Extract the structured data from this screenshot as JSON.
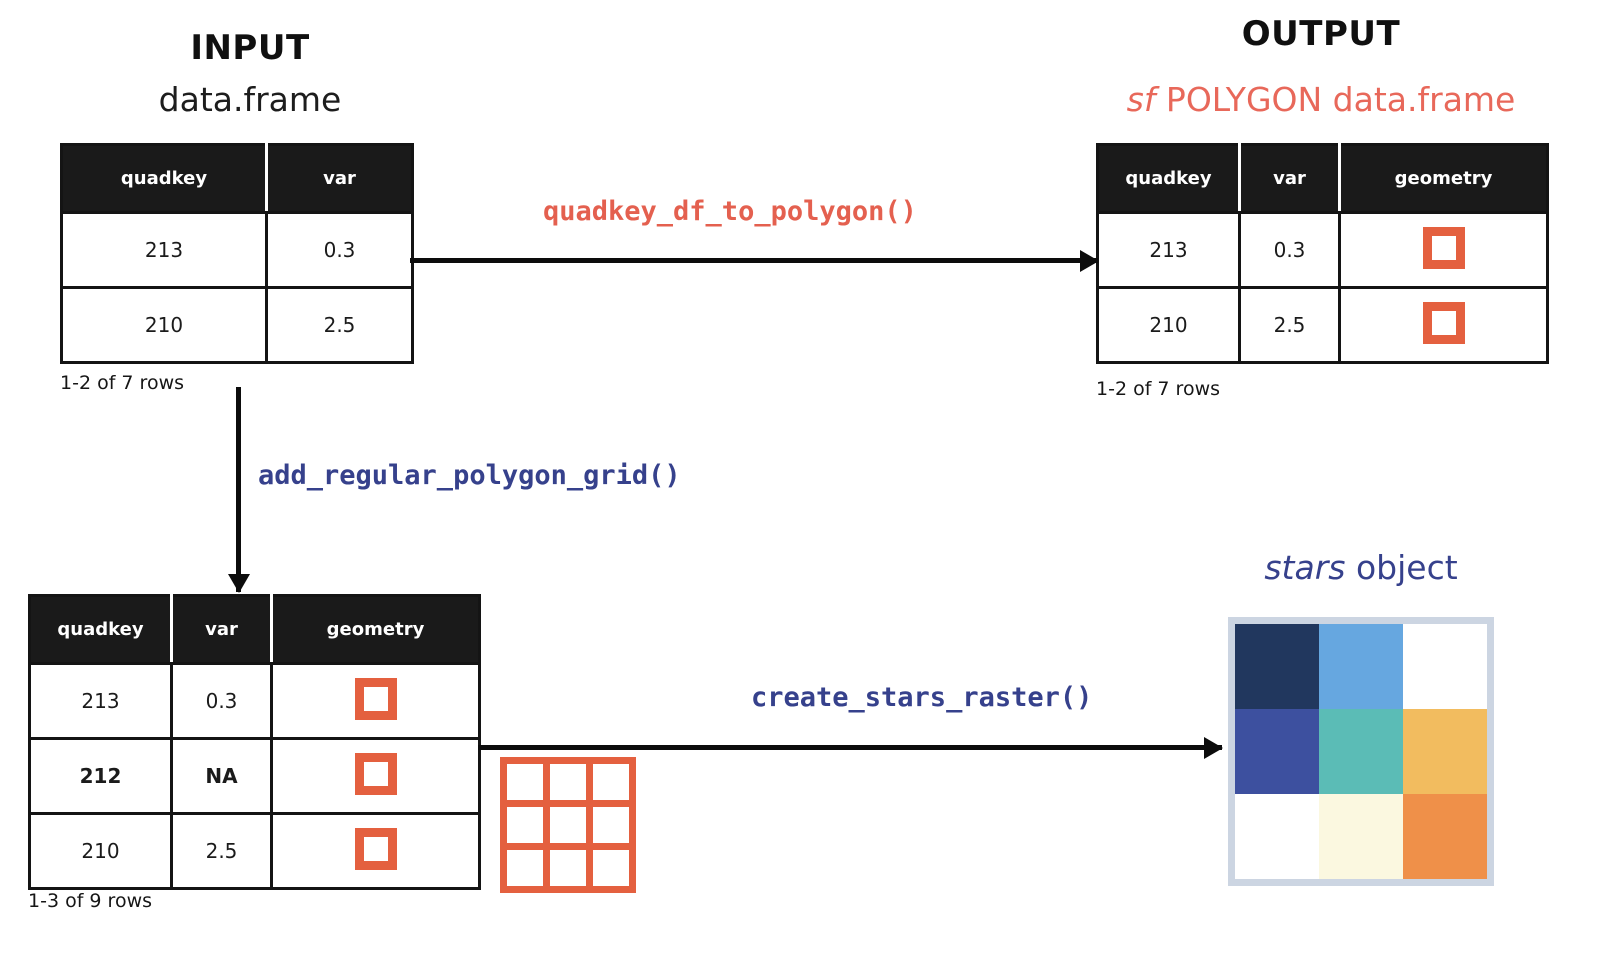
{
  "colors": {
    "accent_red": "#e4604f",
    "accent_blue": "#36418c",
    "polygon_orange": "#e4603f",
    "table_header_bg": "#1a1a1a",
    "raster_border": "#ccd5e2"
  },
  "input_section": {
    "title": "INPUT",
    "subtitle": "data.frame",
    "table": {
      "columns": [
        "quadkey",
        "var"
      ],
      "rows": [
        {
          "quadkey": "213",
          "var": "0.3",
          "bold": false
        },
        {
          "quadkey": "210",
          "var": "2.5",
          "bold": false
        }
      ]
    },
    "caption": "1-2 of 7 rows"
  },
  "output_section": {
    "title": "OUTPUT",
    "subtitle_italic": "sf",
    "subtitle_rest": " POLYGON data.frame",
    "table": {
      "columns": [
        "quadkey",
        "var",
        "geometry"
      ],
      "rows": [
        {
          "quadkey": "213",
          "var": "0.3",
          "geometry": "polygon-square-icon",
          "bold": false
        },
        {
          "quadkey": "210",
          "var": "2.5",
          "geometry": "polygon-square-icon",
          "bold": false
        }
      ]
    },
    "caption": "1-2 of 7 rows"
  },
  "grid_section": {
    "table": {
      "columns": [
        "quadkey",
        "var",
        "geometry"
      ],
      "rows": [
        {
          "quadkey": "213",
          "var": "0.3",
          "geometry": "polygon-square-icon",
          "bold": false
        },
        {
          "quadkey": "212",
          "var": "NA",
          "geometry": "polygon-square-icon",
          "bold": true
        },
        {
          "quadkey": "210",
          "var": "2.5",
          "geometry": "polygon-square-icon",
          "bold": false
        }
      ]
    },
    "caption": "1-3 of 9 rows",
    "polygon_grid": {
      "name": "regular-polygon-grid-3x3",
      "rows": 3,
      "cols": 3,
      "stroke": "#e4603f"
    }
  },
  "stars_section": {
    "title_italic": "stars",
    "title_rest": " object",
    "raster": {
      "rows": 3,
      "cols": 3,
      "cells": [
        [
          "#21375e",
          "#66a7e0",
          "#ffffff"
        ],
        [
          "#3d509f",
          "#5bbcb6",
          "#f2bc5f"
        ],
        [
          "#ffffff",
          "#fbf8e0",
          "#ef9049"
        ]
      ]
    }
  },
  "functions": {
    "quadkey_df_to_polygon": "quadkey_df_to_polygon()",
    "add_regular_polygon_grid": "add_regular_polygon_grid()",
    "create_stars_raster": "create_stars_raster()"
  }
}
